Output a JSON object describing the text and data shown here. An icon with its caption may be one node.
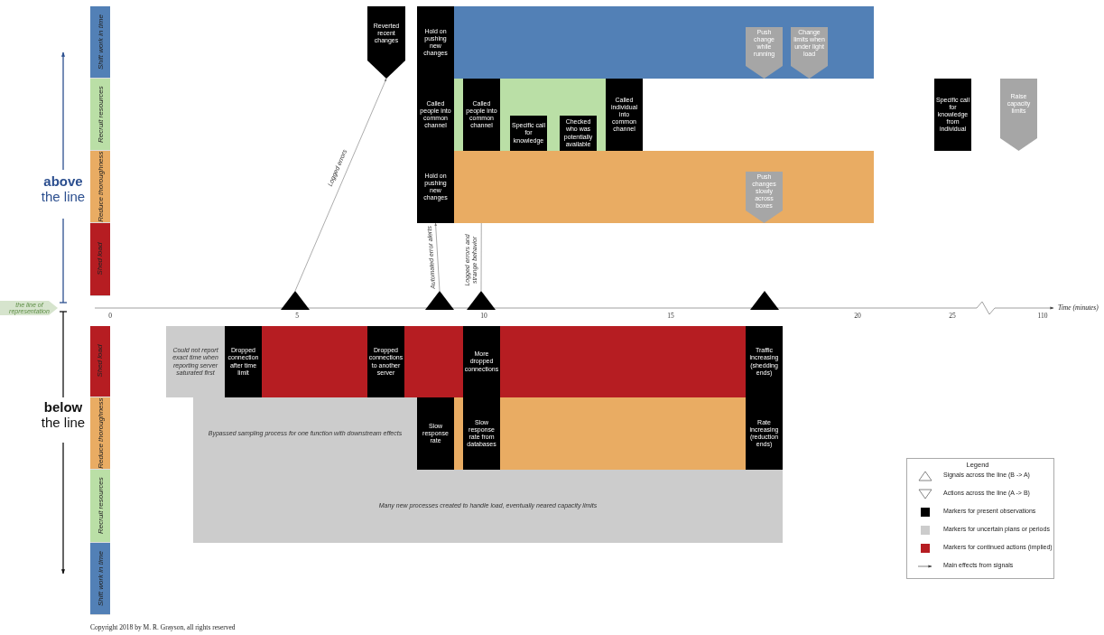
{
  "diagram": {
    "nodes": [
      {
        "text": [
          "Shift work in time"
        ]
      },
      {
        "text": [
          "Recruit resources"
        ]
      },
      {
        "text": [
          "Reduce thoroughness"
        ]
      },
      {
        "text": [
          "Shed load"
        ]
      },
      {
        "text": [
          "Reverted recent changes"
        ]
      },
      {
        "text": [
          "Hold on pushing new changes"
        ]
      },
      {
        "text": [],
        "shape": "bar"
      },
      {
        "text": [
          "Push change while running"
        ],
        "in": 6
      },
      {
        "text": [
          "Change limits when under light load"
        ],
        "in": 6
      },
      {
        "text": [
          "Called people into common channel"
        ]
      },
      {
        "text": [],
        "shape": "bar"
      },
      {
        "text": [
          "Called people into common channel"
        ],
        "in": 10
      },
      {
        "text": [
          "Specific call for knowledge"
        ],
        "in": 10
      },
      {
        "text": [
          "Checked who was potentially available"
        ],
        "in": 10
      },
      {
        "text": [
          "Called individual into common channel"
        ]
      },
      {
        "text": [
          "Specific call for knowledge from individual"
        ]
      },
      {
        "text": [
          "Raise capacity limits"
        ]
      },
      {
        "text": [
          "Hold on pushing new changes"
        ]
      },
      {
        "text": [],
        "shape": "bar"
      },
      {
        "text": [
          "Push changes slowly across boxes"
        ],
        "in": 18
      },
      {
        "text": [],
        "shape": "triangle"
      },
      {
        "text": [],
        "shape": "triangle"
      },
      {
        "text": [],
        "shape": "triangle"
      },
      {
        "text": [],
        "shape": "triangle"
      },
      {
        "text": [
          "the line of representation"
        ]
      },
      {
        "text": [
          "Shed load"
        ]
      },
      {
        "text": [
          "Reduce thoroughness"
        ]
      },
      {
        "text": [
          "Recruit resources"
        ]
      },
      {
        "text": [
          "Shift work in time"
        ]
      },
      {
        "text": [
          "Could not report exact time when reporting server saturated first"
        ]
      },
      {
        "text": [
          "Dropped connection after time limit"
        ]
      },
      {
        "text": [],
        "shape": "bar"
      },
      {
        "text": [
          "Dropped connections to another server"
        ]
      },
      {
        "text": [],
        "shape": "bar"
      },
      {
        "text": [
          "More dropped connections"
        ]
      },
      {
        "text": [],
        "shape": "bar"
      },
      {
        "text": [
          "Traffic increasing (shedding ends)"
        ]
      },
      {
        "text": [
          "Bypassed sampling process for one function with downstream effects"
        ]
      },
      {
        "text": [
          "Slow response rate"
        ]
      },
      {
        "text": [],
        "shape": "bar"
      },
      {
        "text": [
          "Slow response rate from databases"
        ]
      },
      {
        "text": [],
        "shape": "bar"
      },
      {
        "text": [
          "Rate increasing (reduction ends)"
        ]
      },
      {
        "text": [
          "Many new processes created to handle load, eventually neared capacity limits"
        ]
      }
    ],
    "edges": [
      {
        "from": 20,
        "to": 4,
        "arrow": "to",
        "label": "Logged errors"
      },
      {
        "from": 21,
        "to": 17,
        "arrow": "to",
        "label": "Automated error alerts"
      },
      {
        "from": 22,
        "to": 11,
        "arrow": "to",
        "label": "Logged errors and strange behavior"
      }
    ],
    "labels": [
      "**above** the line",
      "**below** the line",
      "0",
      "5",
      "10",
      "15",
      "20",
      "25",
      "110",
      "Time (minutes)",
      "Legend",
      "Copyright 2018 by M. R. Grayson, all rights reserved"
    ],
    "legend": [
      {
        "text": "Signals across the line (B -> A)"
      },
      {
        "text": "Actions across the line (A -> B)"
      },
      {
        "text": "Markers for present observations",
        "color": "#000000"
      },
      {
        "text": "Markers for uncertain plans or periods",
        "color": "#cccccc"
      },
      {
        "text": "Markers for continued actions (implied)",
        "color": "#b61d22"
      },
      {
        "text": "Main effects from signals"
      }
    ]
  }
}
